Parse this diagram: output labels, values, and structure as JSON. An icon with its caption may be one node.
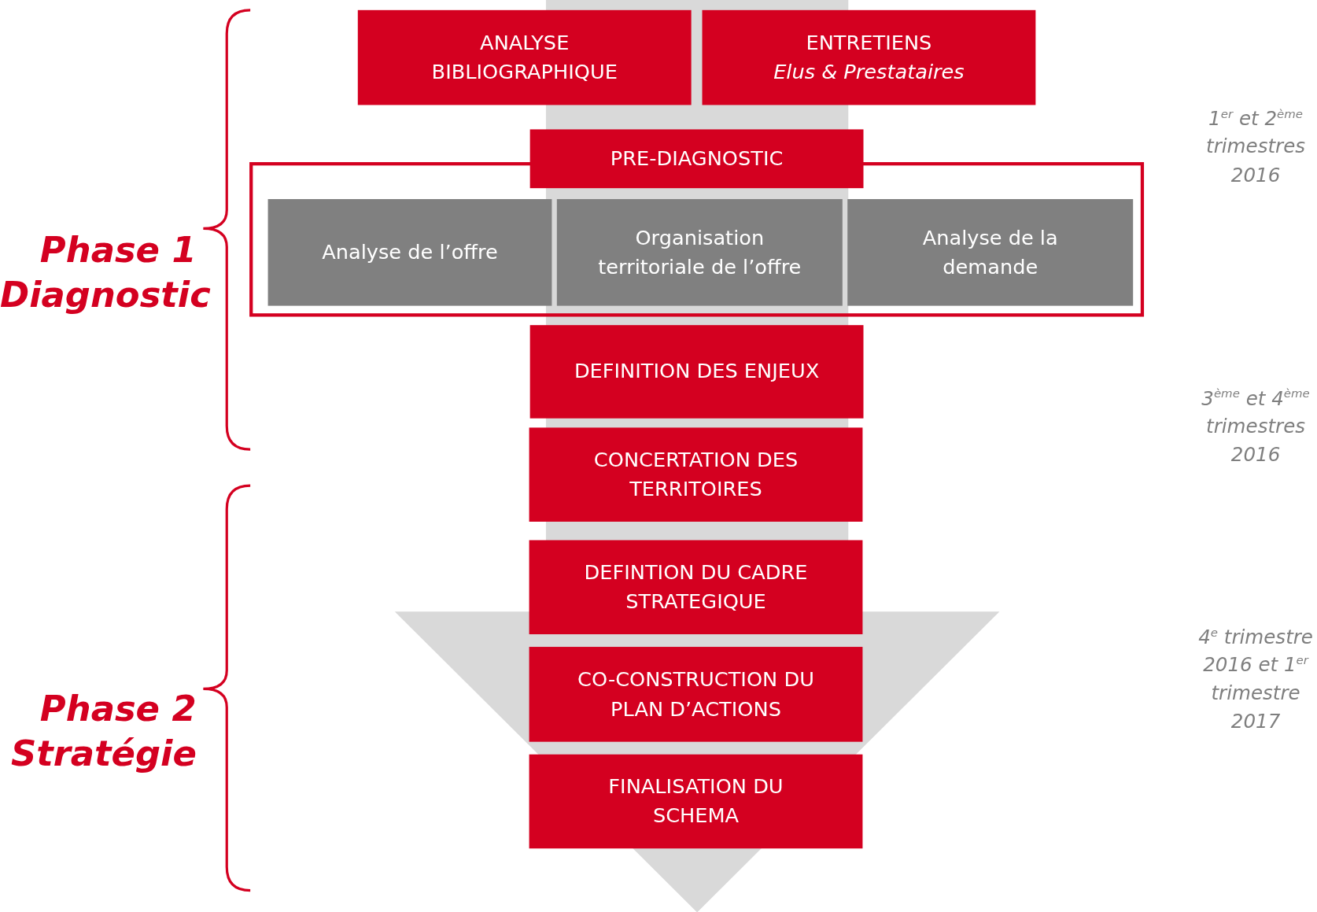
{
  "diagram": {
    "nodes": [
      {
        "text": [
          "ANALYSE BIBLIOGRAPHIQUE"
        ]
      },
      {
        "text": [
          "ENTRETIENS",
          "Elus & Prestataires"
        ]
      },
      {
        "text": [
          "PRE-DIAGNOSTIC"
        ]
      },
      {
        "text": [
          "Analyse de l’offre"
        ],
        "in": 2
      },
      {
        "text": [
          "Organisation territoriale de l’offre"
        ],
        "in": 2
      },
      {
        "text": [
          "Analyse de la demande"
        ],
        "in": 2
      },
      {
        "text": [
          "DEFINITION DES ENJEUX"
        ]
      },
      {
        "text": [
          "CONCERTATION DES TERRITOIRES"
        ]
      },
      {
        "text": [
          "DEFINTION DU CADRE STRATEGIQUE"
        ]
      },
      {
        "text": [
          "CO-CONSTRUCTION DU PLAN D’ACTIONS"
        ]
      },
      {
        "text": [
          "FINALISATION DU SCHEMA"
        ]
      }
    ],
    "edges": [],
    "labels": [
      "Phase 1 Diagnostic",
      "1$^{er}$ et 2$^{ème}$ trimestres 2016",
      "3$^{ème}$ et 4$^{ème}$ trimestres 2016",
      "Phase 2 Stratégie",
      "4$^{e}$ trimestre 2016 et 1$^{er}$ trimestre 2017"
    ]
  }
}
